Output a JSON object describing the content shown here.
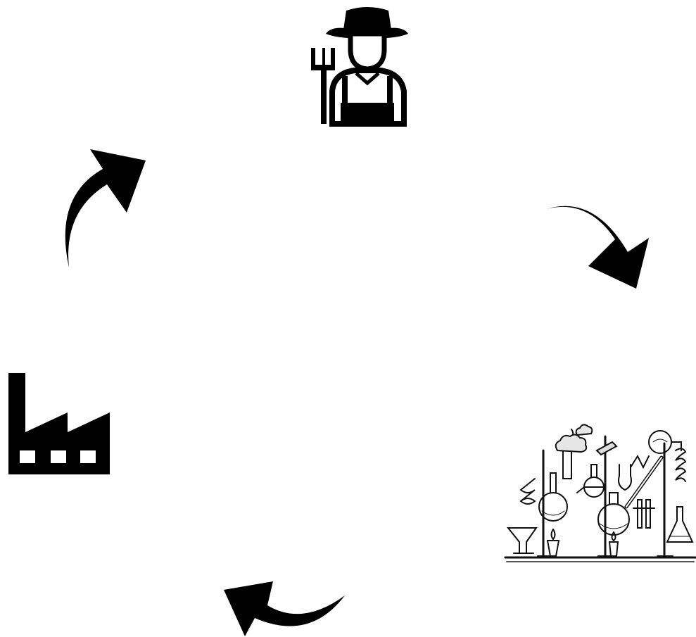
{
  "diagram": {
    "type": "cycle",
    "nodes": [
      {
        "id": "farmer",
        "icon": "farmer-icon"
      },
      {
        "id": "laboratory",
        "icon": "laboratory-icon"
      },
      {
        "id": "factory",
        "icon": "factory-icon"
      }
    ],
    "arrows": [
      {
        "from": "farmer",
        "to": "laboratory",
        "icon": "curved-arrow-icon"
      },
      {
        "from": "laboratory",
        "to": "factory",
        "icon": "curved-arrow-icon"
      },
      {
        "from": "factory",
        "to": "farmer",
        "icon": "curved-arrow-icon"
      }
    ],
    "colors": {
      "ink": "#000000",
      "background": "#ffffff",
      "lab_smoke": "#e6e6e6"
    }
  }
}
